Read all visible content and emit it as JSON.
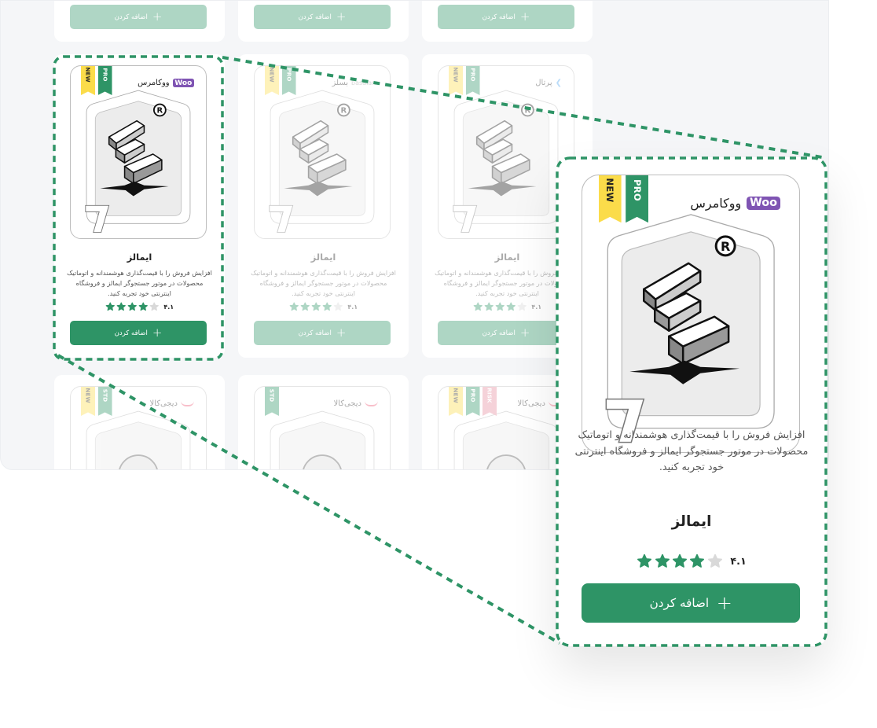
{
  "colors": {
    "primary": "#2e9466",
    "new": "#fbdc4a",
    "pro": "#2e9466",
    "std": "#2e9466",
    "risk": "#e58a9c",
    "woo": "#7f54b3"
  },
  "top_row": [
    {
      "button": "اضافه کردن"
    },
    {
      "button": "اضافه کردن"
    },
    {
      "button": "اضافه کردن"
    }
  ],
  "middle_row": [
    {
      "tags": [
        "NEW",
        "PRO"
      ],
      "brand": "ووکامرس",
      "brand_logo": "Woo",
      "title": "ایمالز",
      "desc": "افزایش فروش را با قیمت‌گذاری هوشمندانه و اتوماتیک محصولات در موتور جستجوگر ایمالز و فروشگاه اینترنتی خود تجربه کنید.",
      "rating": "۴.۱",
      "stars": 4,
      "button": "اضافه کردن",
      "faded": false
    },
    {
      "tags": [
        "NEW",
        "PRO"
      ],
      "brand": "بسلز",
      "brand_logo": "basalam",
      "title": "ایمالز",
      "desc": "افزایش فروش را با قیمت‌گذاری هوشمندانه و اتوماتیک محصولات در موتور جستجوگر ایمالز و فروشگاه اینترنتی خود تجربه کنید.",
      "rating": "۴.۱",
      "stars": 4,
      "button": "اضافه کردن",
      "faded": true
    },
    {
      "tags": [
        "NEW",
        "PRO"
      ],
      "brand": "پرتال",
      "brand_logo": "portal",
      "title": "ایمالز",
      "desc": "افزایش فروش را با قیمت‌گذاری هوشمندانه و اتوماتیک محصولات در موتور جستجوگر ایمالز و فروشگاه اینترنتی خود تجربه کنید.",
      "rating": "۴.۱",
      "stars": 4,
      "button": "اضافه کردن",
      "faded": true
    }
  ],
  "bottom_row": [
    {
      "tags": [
        "NEW",
        "STD"
      ],
      "brand": "دیجی‌کالا"
    },
    {
      "tags": [
        "STD"
      ],
      "brand": "دیجی‌کالا"
    },
    {
      "tags": [
        "NEW",
        "PRO",
        "RISK"
      ],
      "brand": "دیجی‌کالا"
    }
  ],
  "zoomed_card": {
    "tags": [
      "NEW",
      "PRO"
    ],
    "brand": "ووکامرس",
    "brand_logo": "Woo",
    "title": "ایمالز",
    "desc": "افزایش فروش را با قیمت‌گذاری هوشمندانه و اتوماتیک محصولات در موتور جستجوگر ایمالز و فروشگاه اینترنتی خود تجربه کنید.",
    "rating": "۴.۱",
    "stars": 4,
    "button": "اضافه کردن"
  }
}
